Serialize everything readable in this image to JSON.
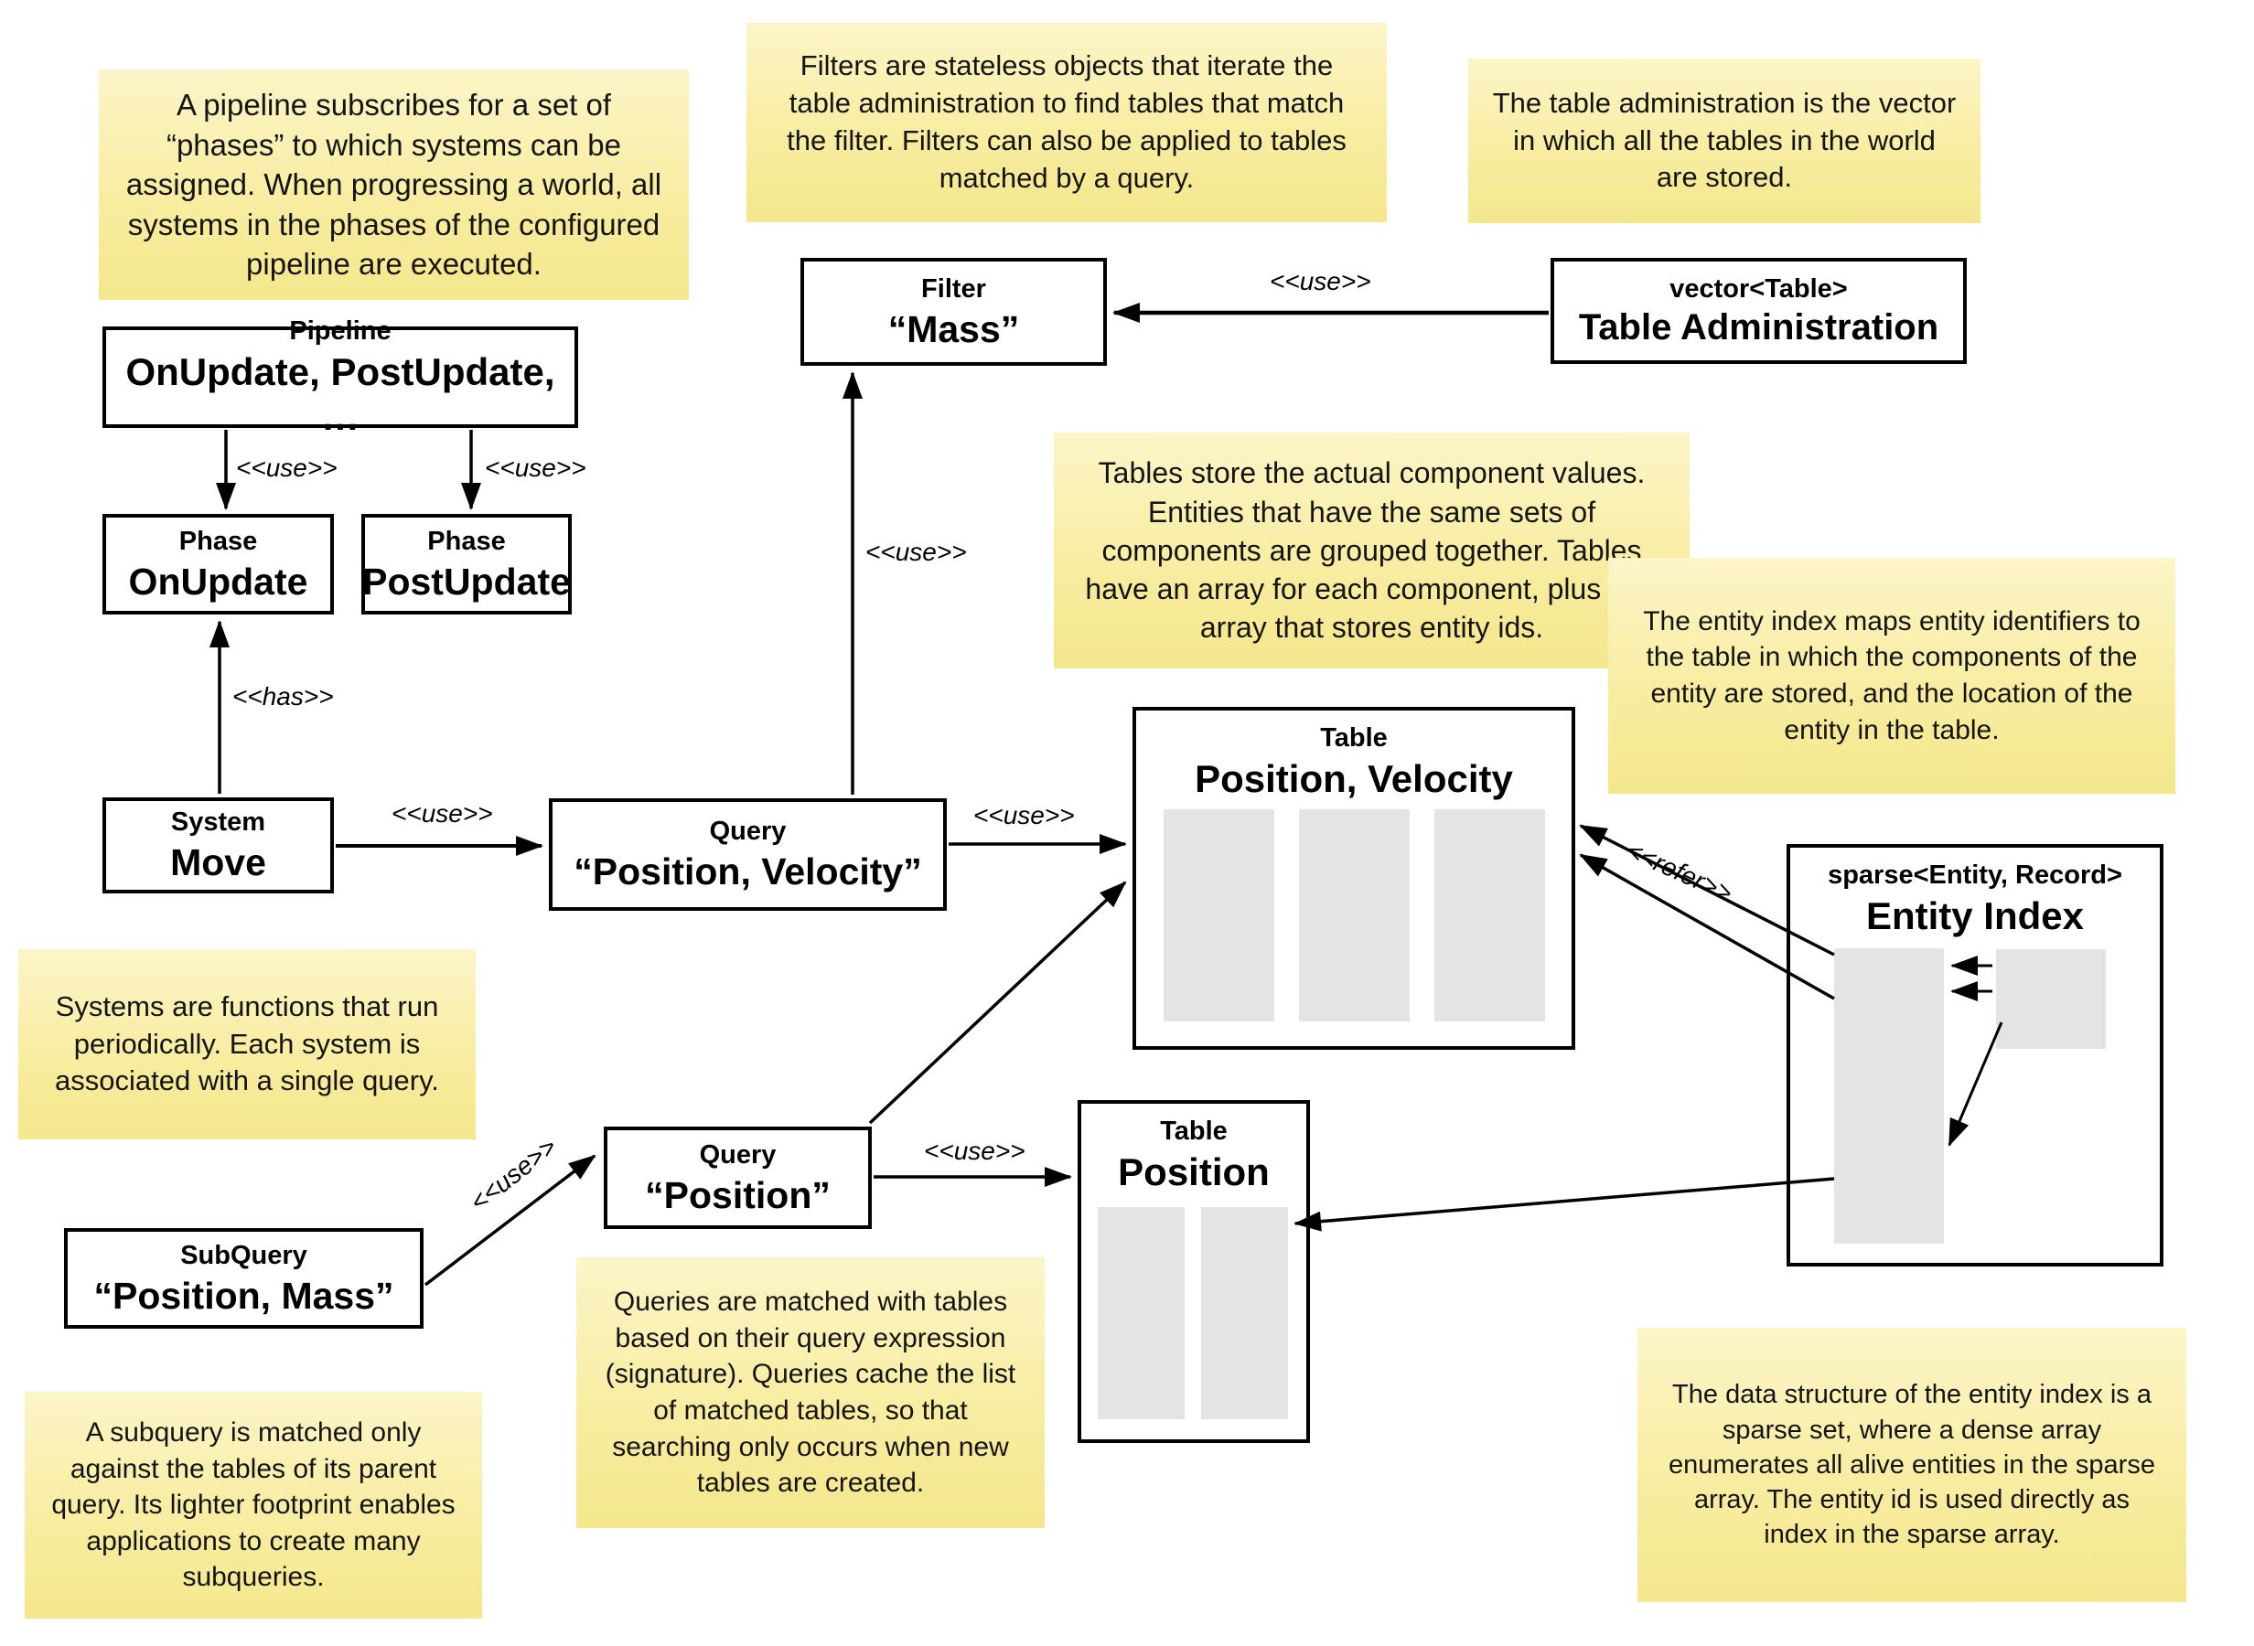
{
  "notes": {
    "pipeline": "A pipeline subscribes for a set of “phases” to which systems can be assigned. When progressing a world, all systems in the phases of the configured pipeline are executed.",
    "filters": "Filters are stateless objects that iterate the table administration to find tables that match the filter. Filters can also be applied to tables matched by a query.",
    "table_admin": "The table administration is the vector in which all the tables in the world are stored.",
    "tables": "Tables store the actual component values. Entities that have the same sets of components are grouped together. Tables have an array for each component, plus one array that stores entity ids.",
    "entity_index": "The entity index maps entity identifiers to the table in which the components of the entity are stored, and the location of the entity in the table.",
    "systems": "Systems are functions that run periodically. Each system is associated with a single query.",
    "queries": "Queries are matched with tables based on their query expression (signature). Queries cache the list of matched tables, so that searching only occurs when new tables are created.",
    "subquery": "A subquery is matched only against the tables of its parent query. Its lighter footprint enables applications to create many subqueries.",
    "sparse_set": "The data structure of the entity index is a sparse set, where a dense array enumerates all alive entities in the sparse array. The entity id is used directly as index in the sparse array."
  },
  "nodes": {
    "pipeline": {
      "stereotype": "Pipeline",
      "label": "OnUpdate, PostUpdate, …"
    },
    "phase_onupdate": {
      "stereotype": "Phase",
      "label": "OnUpdate"
    },
    "phase_postupdate": {
      "stereotype": "Phase",
      "label": "PostUpdate"
    },
    "filter_mass": {
      "stereotype": "Filter",
      "label": "“Mass”"
    },
    "table_administration": {
      "stereotype": "vector<Table>",
      "label": "Table Administration"
    },
    "system_move": {
      "stereotype": "System",
      "label": "Move"
    },
    "query_position_velocity": {
      "stereotype": "Query",
      "label": "“Position, Velocity”"
    },
    "table_position_velocity": {
      "stereotype": "Table",
      "label": "Position, Velocity"
    },
    "query_position": {
      "stereotype": "Query",
      "label": "“Position”"
    },
    "subquery_position_mass": {
      "stereotype": "SubQuery",
      "label": "“Position, Mass”"
    },
    "table_position": {
      "stereotype": "Table",
      "label": "Position"
    },
    "entity_index": {
      "stereotype": "sparse<Entity, Record>",
      "label": "Entity Index"
    }
  },
  "edge_labels": {
    "use": "<<use>>",
    "has": "<<has>>",
    "refer": "<<refer>>"
  },
  "colors": {
    "background": "#FFFFFF",
    "note_top": "#FCF5C8",
    "note_bottom": "#F4E78C",
    "box_border": "#000000",
    "bar_fill": "#E4E4E4",
    "text": "#000000"
  }
}
